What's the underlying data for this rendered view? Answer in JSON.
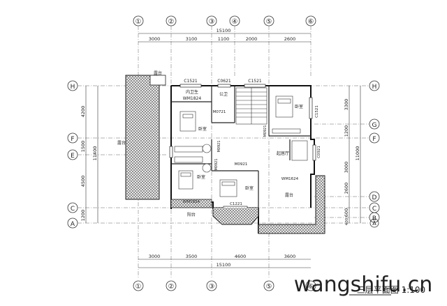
{
  "grid_top": [
    "①",
    "②",
    "③",
    "④",
    "⑤",
    "⑥"
  ],
  "grid_bottom": [
    "①",
    "②",
    "③",
    "⑤",
    "⑥"
  ],
  "grid_left": [
    "H",
    "F",
    "E",
    "C",
    "A"
  ],
  "grid_right": [
    "H",
    "G",
    "F",
    "D",
    "C",
    "B",
    "A"
  ],
  "dims_top_total": "15100",
  "dims_top": [
    "3000",
    "3100",
    "1100",
    "2000",
    "2600"
  ],
  "dims_bottom_total": "15100",
  "dims_bottom": [
    "3000",
    "3500",
    "4600",
    "3600"
  ],
  "dims_left": [
    "4200",
    "1500",
    "4500",
    "1200"
  ],
  "dims_left_total": "11400",
  "dims_right": [
    "3300",
    "1200",
    "3000",
    "2600",
    "600",
    "400"
  ],
  "dims_right_total": "11000",
  "labels": {
    "roof_text": "屋面",
    "terrace_top": "露台",
    "roof_side": "露台",
    "c1521_a": "C1521",
    "c0621": "C0621",
    "c1521_b": "C1521",
    "wc_room": "内卫生",
    "m_top": "WM1824",
    "wc": "公卫",
    "m0721": "M0721",
    "bedroom_nw": "卧室",
    "bedroom_ne": "卧室",
    "c1521_east": "C1521",
    "m0921_east": "M0921",
    "m0921_mid": "M0921",
    "living": "起居厅",
    "c0921": "C0921",
    "m0921_low": "M0921",
    "m0921_corr": "M0921",
    "bedroom_sw": "卧室",
    "m_sw": "WM1824",
    "balcony_sw": "阳台",
    "bedroom_s": "卧室",
    "m_s": "WM1624",
    "c1221": "C1221",
    "terrace_se": "露台"
  },
  "caption": "三层平面图 1:100",
  "watermark": "wangshifu.cn"
}
